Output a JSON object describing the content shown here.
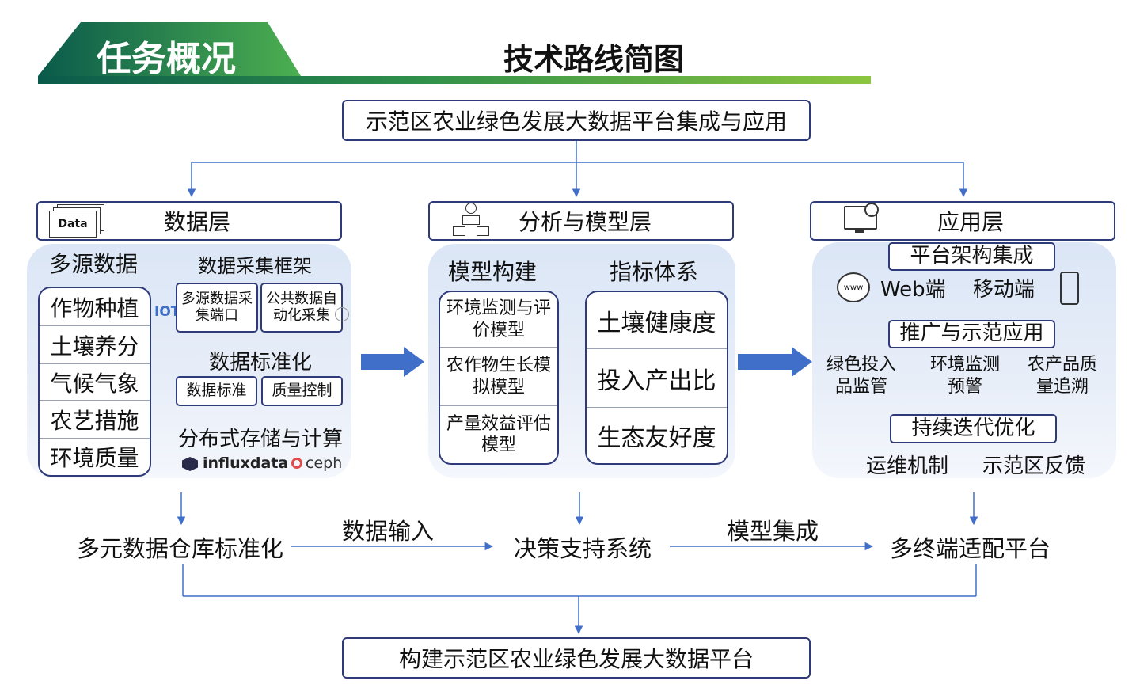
{
  "header": {
    "badge": "任务概况",
    "title": "技术路线简图"
  },
  "top_box": "示范区农业绿色发展大数据平台集成与应用",
  "bottom_box": "构建示范区农业绿色发展大数据平台",
  "icons": {
    "data_icon": "Data",
    "iot": "IOT",
    "influx": "influxdata",
    "ceph": "ceph",
    "www": "www"
  },
  "data_layer": {
    "title": "数据层",
    "sources_title": "多源数据",
    "sources": [
      "作物种植",
      "土壤养分",
      "气候气象",
      "农艺措施",
      "环境质量"
    ],
    "framework_title": "数据采集框架",
    "collect_a": "多源数据采集端口",
    "collect_b": "公共数据自动化采集",
    "standardize_title": "数据标准化",
    "std_a": "数据标准",
    "std_b": "质量控制",
    "storage": "分布式存储与计算"
  },
  "model_layer": {
    "title": "分析与模型层",
    "build_title": "模型构建",
    "models": [
      "环境监测与评价模型",
      "农作物生长模拟模型",
      "产量效益评估模型"
    ],
    "index_title": "指标体系",
    "indices": [
      "土壤健康度",
      "投入产出比",
      "生态友好度"
    ]
  },
  "app_layer": {
    "title": "应用层",
    "platform": "平台架构集成",
    "web": "Web端",
    "mobile": "移动端",
    "promote": "推广与示范应用",
    "apps": [
      "绿色投入品监管",
      "环境监测预警",
      "农产品质量追溯"
    ],
    "iterate": "持续迭代优化",
    "ops": "运维机制",
    "feedback": "示范区反馈"
  },
  "flow": {
    "left": "多元数据仓库标准化",
    "mid": "决策支持系统",
    "right": "多终端适配平台",
    "label_a": "数据输入",
    "label_b": "模型集成"
  },
  "colors": {
    "green_dark": "#0d5d4a",
    "green_light": "#7cc242",
    "navy": "#2f3a78",
    "arrow_blue": "#3f6fc9",
    "panel": "#dbe6f6"
  }
}
